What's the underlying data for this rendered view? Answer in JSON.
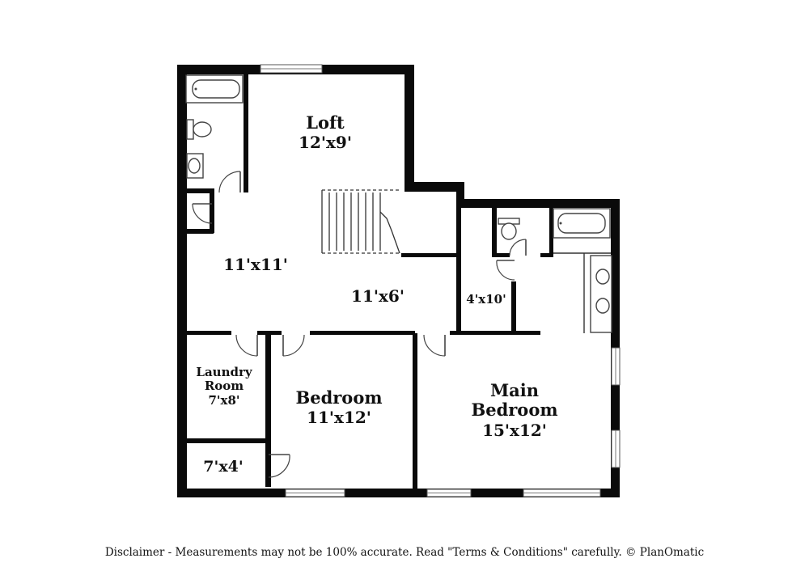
{
  "rooms": {
    "loft_name": "Loft",
    "loft_size": "12'x9'",
    "hall_left_size": "11'x11'",
    "hall_right_size": "11'x6'",
    "closet_4x10": "4'x10'",
    "laundry_line1": "Laundry",
    "laundry_line2": "Room",
    "laundry_size": "7'x8'",
    "closet_7x4": "7'x4'",
    "bedroom_name": "Bedroom",
    "bedroom_size": "11'x12'",
    "main_line1": "Main",
    "main_line2": "Bedroom",
    "main_size": "15'x12'"
  },
  "disclaimer": "Disclaimer - Measurements may not be 100% accurate. Read \"Terms & Conditions\" carefully. © PlanOmatic"
}
